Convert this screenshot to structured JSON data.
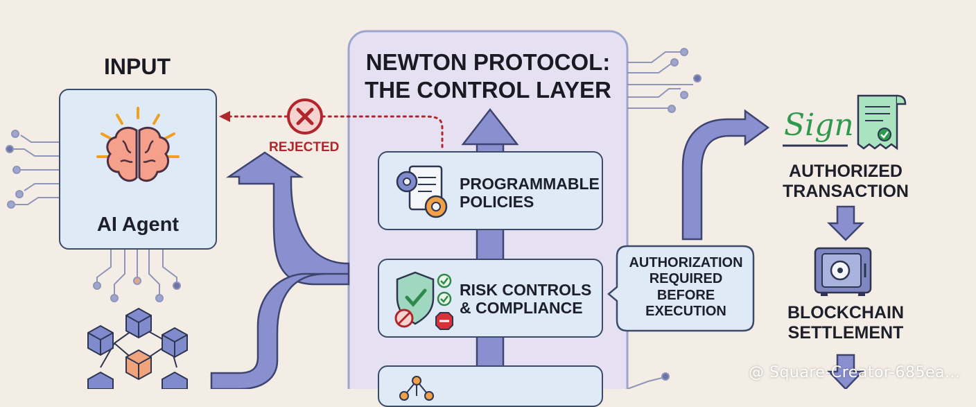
{
  "input": {
    "heading": "INPUT",
    "agent_label": "AI Agent"
  },
  "protocol": {
    "title_line1": "NEWTON PROTOCOL:",
    "title_line2": "THE CONTROL LAYER"
  },
  "rejected": {
    "label": "REJECTED"
  },
  "policies": {
    "line1": "PROGRAMMABLE",
    "line2": "POLICIES"
  },
  "risk": {
    "line1": "RISK CONTROLS",
    "line2": "& COMPLIANCE"
  },
  "callout": {
    "line1": "AUTHORIZATION",
    "line2": "REQUIRED",
    "line3": "BEFORE",
    "line4": "EXECUTION"
  },
  "output": {
    "authorized_line1": "AUTHORIZED",
    "authorized_line2": "TRANSACTION",
    "settlement_line1": "BLOCKCHAIN",
    "settlement_line2": "SETTLEMENT",
    "sign_text": "Sign"
  },
  "watermark": {
    "text": "@ Square-Creator-685ea..."
  },
  "colors": {
    "arrow": "#8a90cf",
    "rejected": "#b0262c",
    "box_fill": "#dfeaf7",
    "outline": "#3b4a68"
  }
}
